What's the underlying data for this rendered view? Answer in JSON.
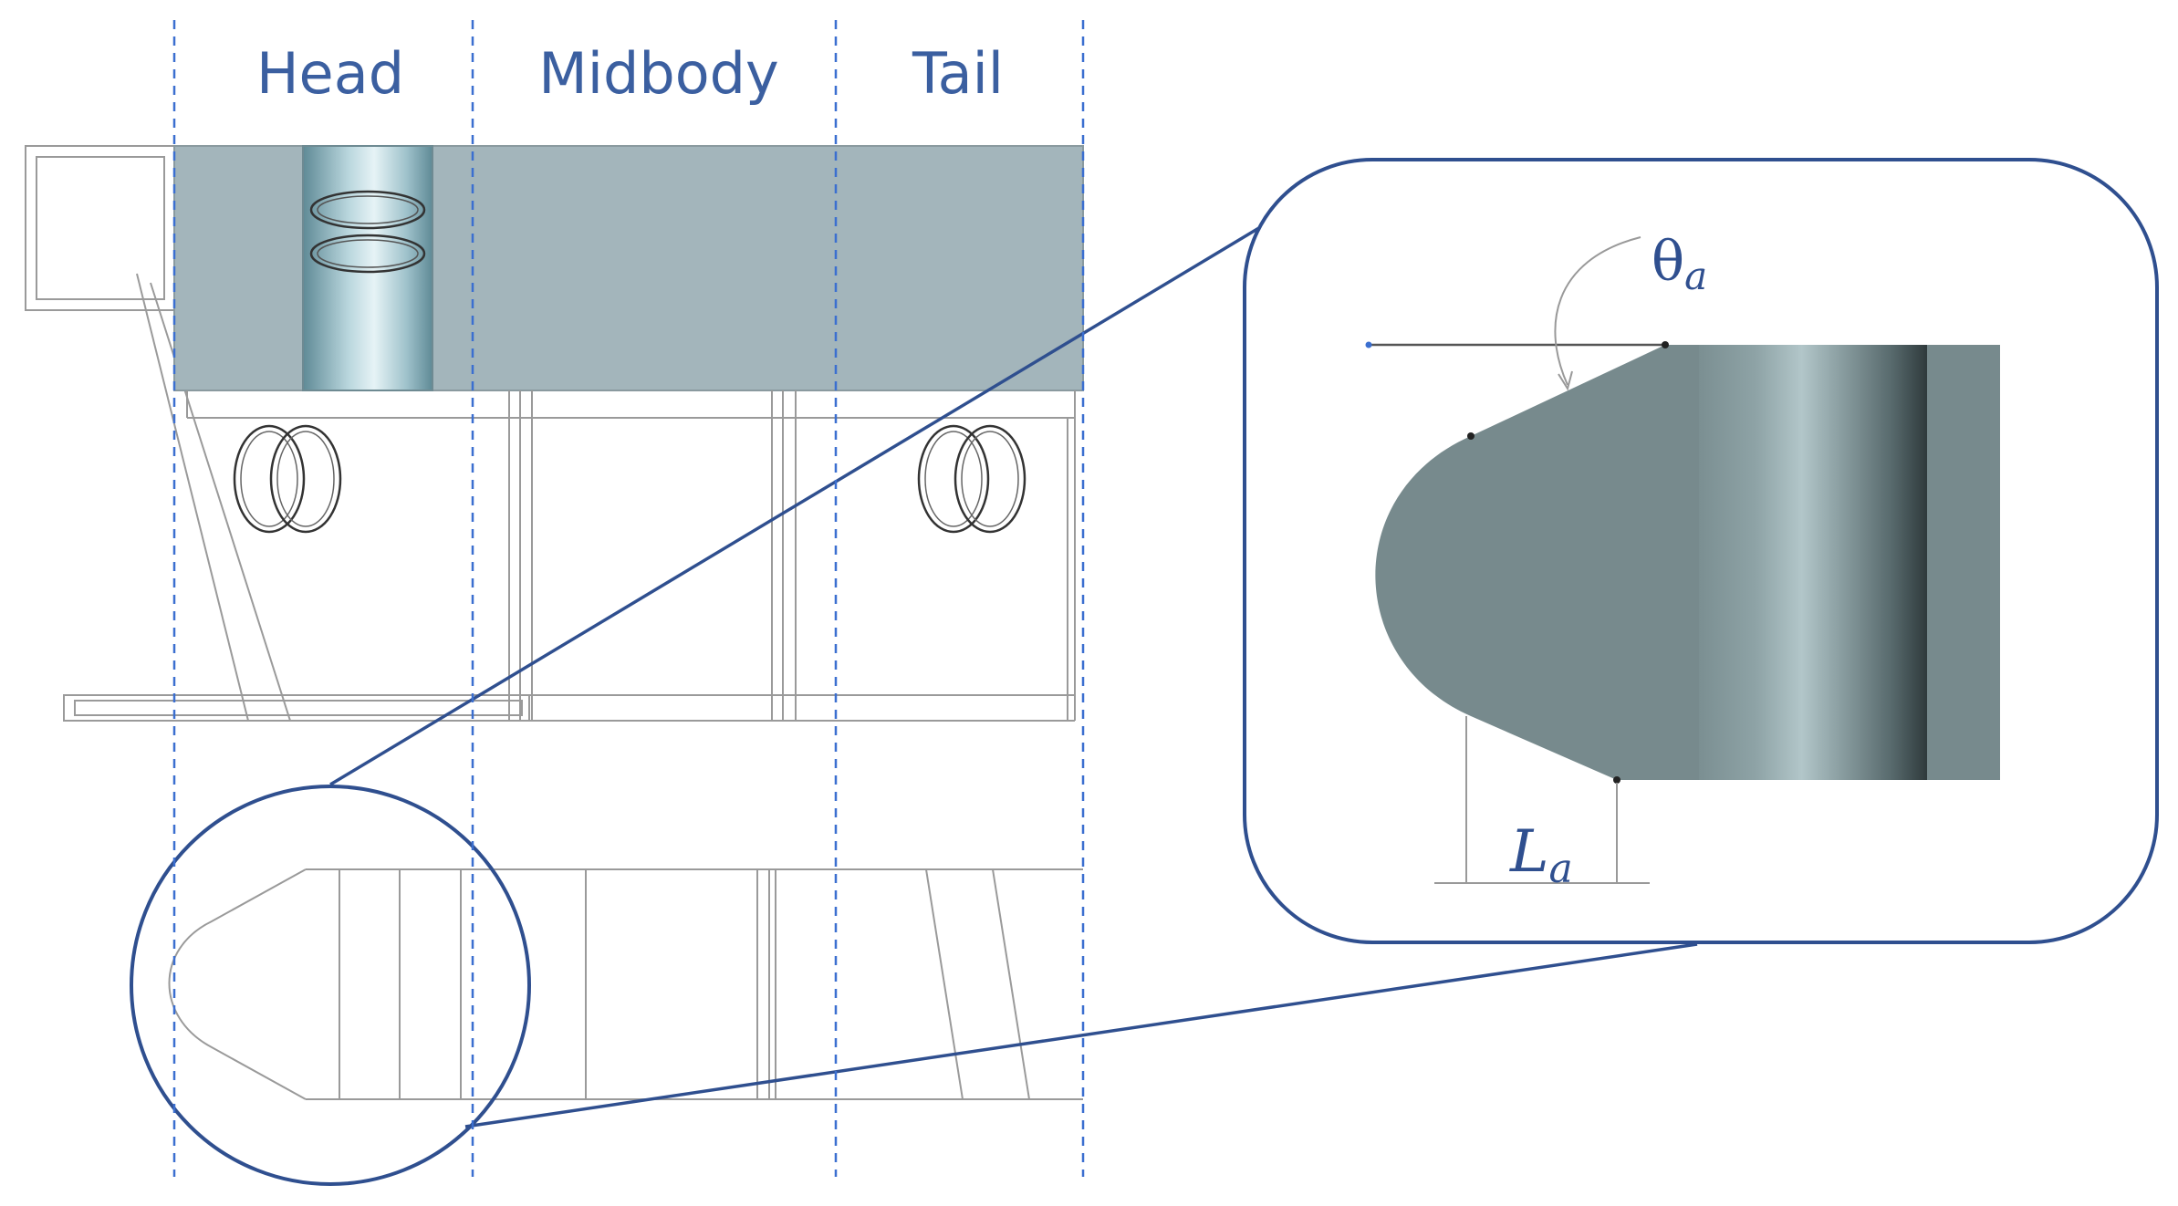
{
  "sections": [
    "Head",
    "Midbody",
    "Tail"
  ],
  "annotations": {
    "angle_symbol": "θ",
    "angle_subscript": "a",
    "length_symbol": "L",
    "length_subscript": "a"
  },
  "colors": {
    "accent": "#3b5fa0",
    "guide_line": "#3b6fd0",
    "plate_fill": "#a3b5bb",
    "part_fill": "#778a8d",
    "outline": "#9a9a9a"
  }
}
